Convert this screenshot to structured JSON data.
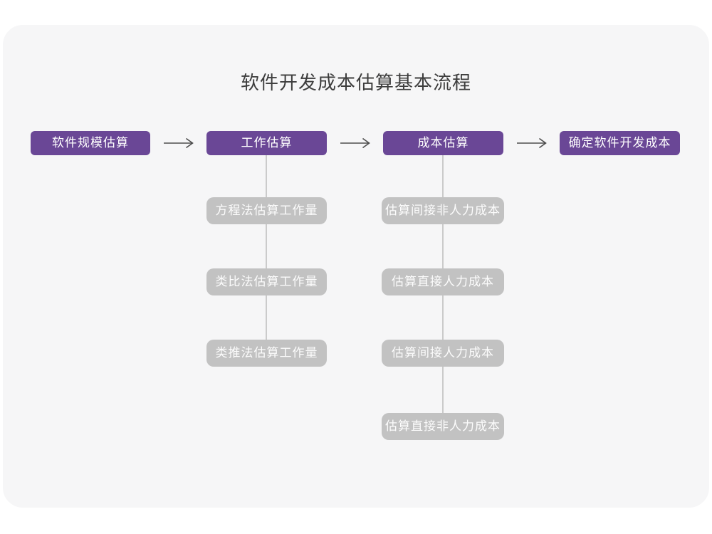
{
  "title": "软件开发成本估算基本流程",
  "colors": {
    "accent": "#6a4796",
    "gray_box": "#c2c2c2",
    "card_bg": "#f6f6f7",
    "connector": "#cbcbcb",
    "arrow": "#4d4d4d",
    "title_color": "#3d3d3d"
  },
  "chart_data": {
    "type": "table",
    "title": "软件开发成本估算基本流程",
    "note": "flowchart: four sequential stages, two stages have vertical sub-item lists"
  },
  "flow": {
    "stages": [
      {
        "label": "软件规模估算"
      },
      {
        "label": "工作估算"
      },
      {
        "label": "成本估算"
      },
      {
        "label": "确定软件开发成本"
      }
    ],
    "effort_methods": [
      "方程法估算工作量",
      "类比法估算工作量",
      "类推法估算工作量"
    ],
    "cost_components": [
      "估算间接非人力成本",
      "估算直接人力成本",
      "估算间接人力成本",
      "估算直接非人力成本"
    ]
  }
}
